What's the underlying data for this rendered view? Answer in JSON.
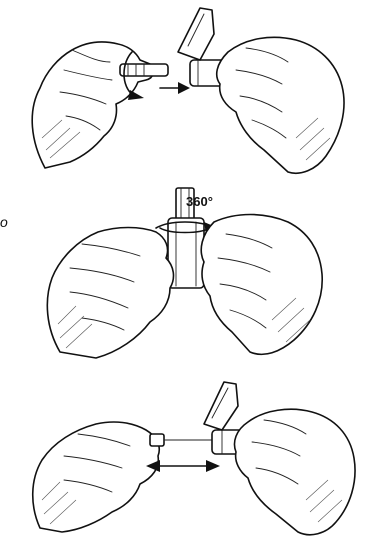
{
  "steps": [
    {
      "id": 1,
      "action": "twist-and-pull-cap",
      "icons": [
        "left-hand-icon",
        "right-hand-icon",
        "curved-rotate-arrow-icon",
        "right-arrow-icon",
        "needle-cap-icon",
        "pen-cartridge-icon"
      ]
    },
    {
      "id": 2,
      "action": "rotate-360",
      "rotation_label": "360°",
      "icons": [
        "left-hand-icon",
        "right-hand-icon",
        "rotate-360-arrow-icon",
        "pen-icon"
      ]
    },
    {
      "id": 3,
      "action": "pull-apart",
      "icons": [
        "left-hand-icon",
        "right-hand-icon",
        "double-arrow-icon",
        "needle-icon",
        "pen-cartridge-icon"
      ]
    }
  ],
  "edge_text": "o",
  "colors": {
    "ink": "#111111",
    "background": "#ffffff",
    "shade": "#555555"
  }
}
